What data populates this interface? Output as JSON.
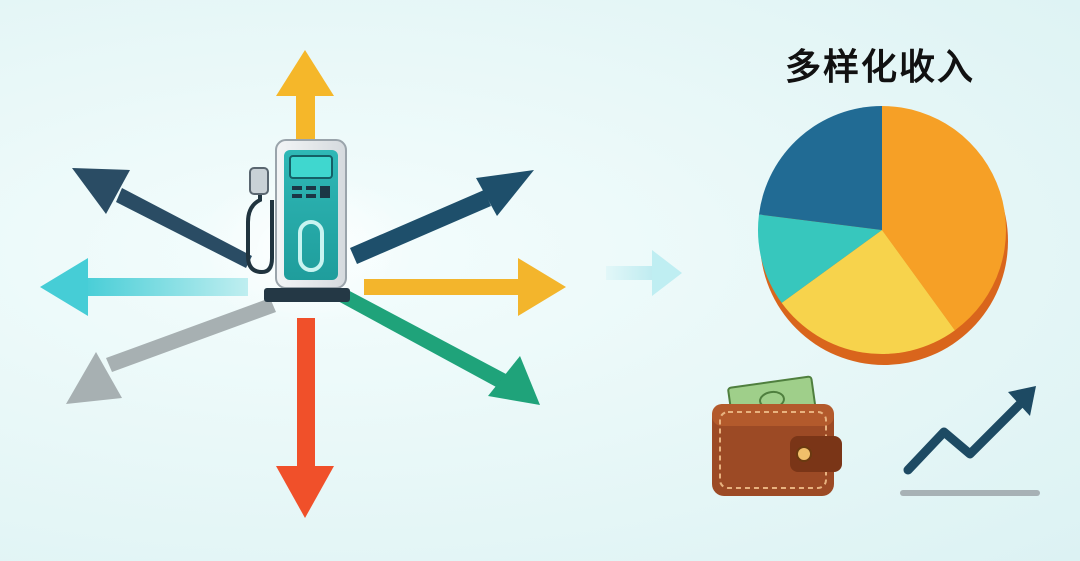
{
  "title": "多样化收入",
  "colors": {
    "background": "#e6f6f6",
    "arrow_up": "#f5b72a",
    "arrow_up_right": "#1e4f6b",
    "arrow_right": "#f3b52c",
    "arrow_down_right": "#1fa37a",
    "arrow_down": "#f0502a",
    "arrow_down_left": "#a7b0b2",
    "arrow_left": "#5cd3da",
    "arrow_up_left": "#2a4c64",
    "connector_arrow": "#c6eef2",
    "pie_blue": "#216b94",
    "pie_orange": "#f6a026",
    "pie_yellow": "#f7d34c",
    "pie_teal": "#37c7bd",
    "wallet": "#9c4a25",
    "trend_line": "#1d4a63"
  },
  "icons": {
    "station": "ev-charging-station-icon",
    "wallet": "wallet-icon",
    "trend": "trend-up-icon",
    "connector": "arrow-right-icon"
  },
  "chart_data": {
    "type": "pie",
    "values": [
      40,
      25,
      12,
      23
    ]
  }
}
